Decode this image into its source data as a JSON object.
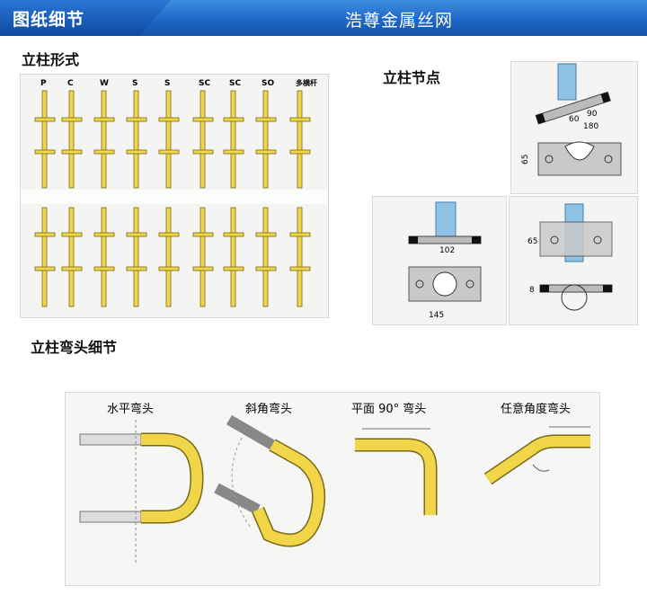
{
  "header": {
    "title": "图纸细节",
    "brand": "浩尊金属丝网",
    "bg_color": "#1f67c7"
  },
  "sections": {
    "post_forms": "立柱形式",
    "post_nodes": "立柱节点",
    "bend_details": "立柱弯头细节"
  },
  "post_types": [
    "P",
    "C",
    "W",
    "S",
    "S",
    "SC",
    "SC",
    "SO",
    "多横杆"
  ],
  "node_dims": {
    "d60": "60",
    "d90": "90",
    "d180": "180",
    "d65a": "65",
    "d102": "102",
    "d145": "145",
    "d65b": "65",
    "d8": "8"
  },
  "bends": [
    {
      "label": "水平弯头"
    },
    {
      "label": "斜角弯头"
    },
    {
      "label": "平面 90° 弯头"
    },
    {
      "label": "任意角度弯头"
    }
  ],
  "colors": {
    "rail_yellow": "#f2d64a",
    "rail_outline": "#7a6a1a",
    "plate_gray": "#c9c9c9",
    "pipe_blue": "#8fc3e6"
  }
}
